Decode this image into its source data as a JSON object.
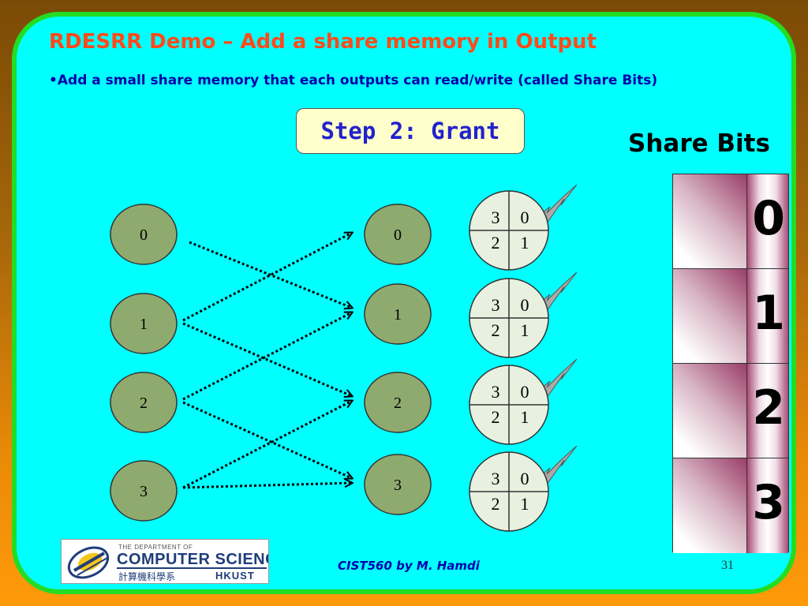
{
  "title": "RDESRR Demo – Add a share memory in Output",
  "bullet": "•Add a small share memory that each outputs can read/write (called Share Bits)",
  "step_label": "Step 2: Grant",
  "share_bits": {
    "title": "Share Bits",
    "rows": [
      "0",
      "1",
      "2",
      "3"
    ]
  },
  "inputs": [
    "0",
    "1",
    "2",
    "3"
  ],
  "outputs": [
    "0",
    "1",
    "2",
    "3"
  ],
  "round_robin": {
    "top_left": "3",
    "top_right": "0",
    "bottom_left": "2",
    "bottom_right": "1"
  },
  "requests": [
    {
      "from": 0,
      "to": 1
    },
    {
      "from": 1,
      "to": 0
    },
    {
      "from": 1,
      "to": 2
    },
    {
      "from": 2,
      "to": 1
    },
    {
      "from": 2,
      "to": 3
    },
    {
      "from": 3,
      "to": 2
    },
    {
      "from": 3,
      "to": 3
    }
  ],
  "colors": {
    "background": "#00ffff",
    "title": "#ff4a1a",
    "bullet": "#0000aa",
    "node_fill": "#8faa6e",
    "rr_fill": "#e8f0e0",
    "arrow_fill": "#aaaaaa",
    "border": "#22dd22"
  },
  "footer": {
    "logo": {
      "dept_line": "THE DEPARTMENT OF",
      "name": "COMPUTER SCIENCE",
      "chinese": "計算機科學系",
      "school": "HKUST"
    },
    "center": "CIST560 by M. Hamdi",
    "page": "31"
  }
}
